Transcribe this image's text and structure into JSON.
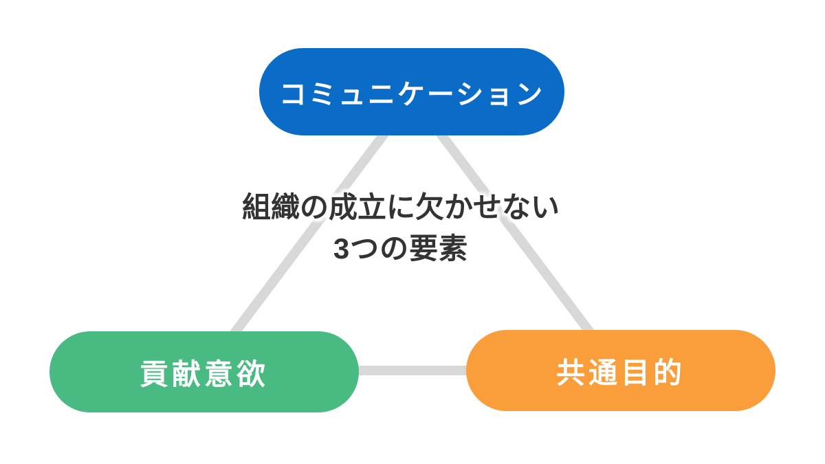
{
  "diagram": {
    "background_color": "#ffffff",
    "connector_color": "#d8d8d8",
    "title": {
      "line1": "組織の成立に欠かせない",
      "line2": "3つの要素",
      "color": "#333333"
    },
    "nodes": [
      {
        "id": "communication",
        "label": "コミュニケーション",
        "color": "#0b6cc7",
        "text_color": "#ffffff",
        "position": "top"
      },
      {
        "id": "contribution-will",
        "label": "貢献意欲",
        "color": "#48ba82",
        "text_color": "#ffffff",
        "position": "bottom-left"
      },
      {
        "id": "common-purpose",
        "label": "共通目的",
        "color": "#f99e3b",
        "text_color": "#ffffff",
        "position": "bottom-right"
      }
    ]
  }
}
